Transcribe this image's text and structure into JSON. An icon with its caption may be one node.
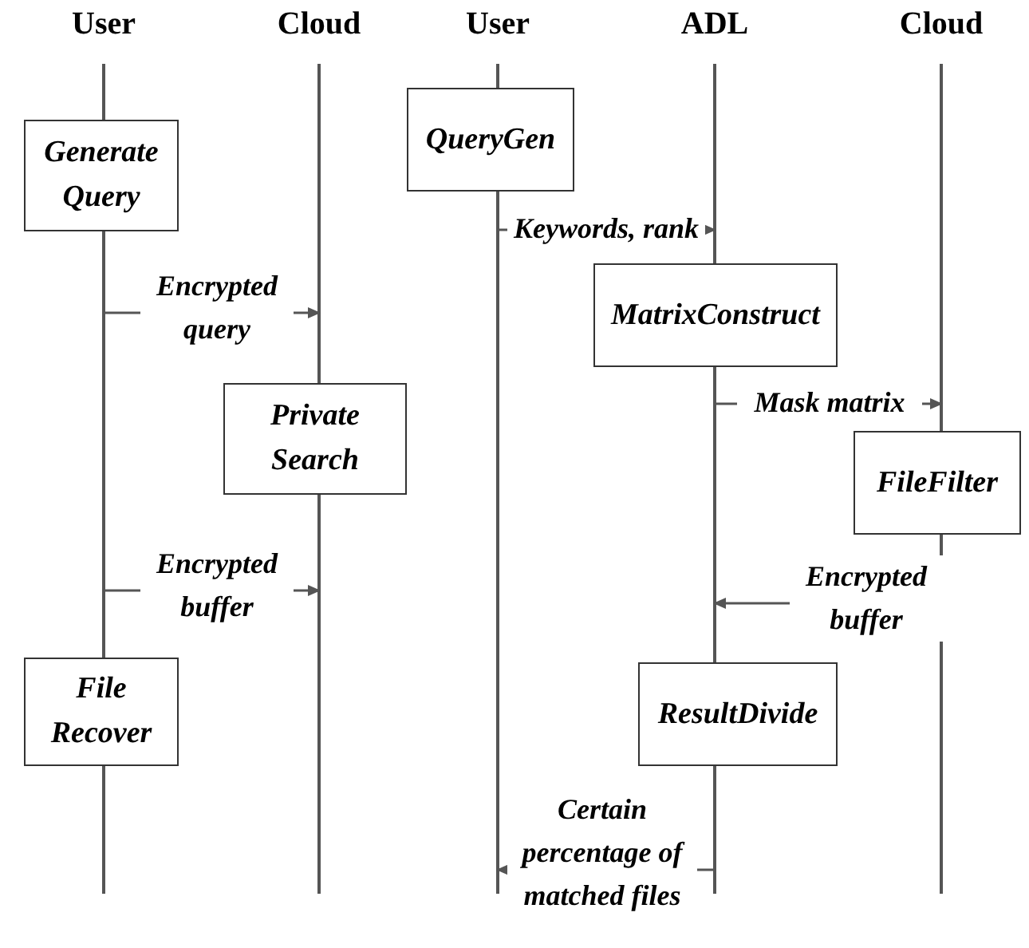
{
  "diagram": {
    "nodes": [
      {
        "text": [
          "User"
        ]
      },
      {
        "text": [
          "Cloud"
        ]
      },
      {
        "text": [
          "User"
        ]
      },
      {
        "text": [
          "ADL"
        ]
      },
      {
        "text": [
          "Cloud"
        ]
      },
      {
        "text": [
          "Generate Query"
        ]
      },
      {
        "text": [
          "Private Search"
        ]
      },
      {
        "text": [
          "File Recover"
        ]
      },
      {
        "text": [
          "QueryGen"
        ]
      },
      {
        "text": [
          "MatrixConstruct"
        ]
      },
      {
        "text": [
          "FileFilter"
        ]
      },
      {
        "text": [
          "ResultDivide"
        ]
      }
    ],
    "edges": [
      {
        "from": 0,
        "to": 1,
        "arrow": "to",
        "label": "Encrypted query"
      },
      {
        "from": 0,
        "to": 1,
        "arrow": "to",
        "label": "Encrypted buffer"
      },
      {
        "from": 2,
        "to": 3,
        "arrow": "to",
        "label": "Keywords, rank"
      },
      {
        "from": 3,
        "to": 4,
        "arrow": "to",
        "label": "Mask matrix"
      },
      {
        "from": 4,
        "to": 3,
        "arrow": "to",
        "label": "Encrypted buffer"
      },
      {
        "from": 3,
        "to": 2,
        "arrow": "to",
        "label": "Certain percentage of matched files"
      }
    ]
  }
}
